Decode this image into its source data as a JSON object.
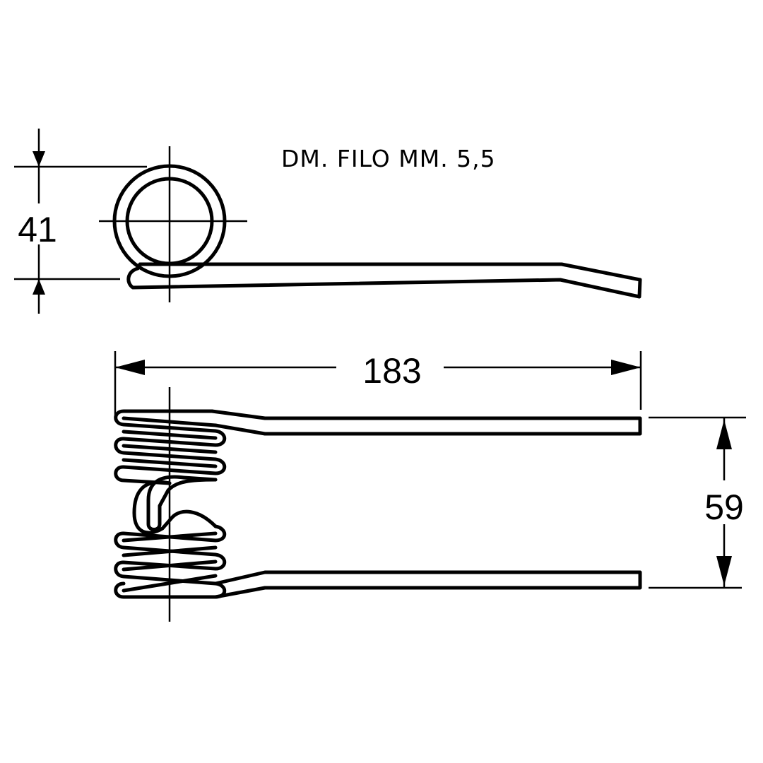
{
  "note": "DM. FILO MM. 5,5",
  "dimensions": {
    "coil_height": "41",
    "length": "183",
    "tine_spacing": "59"
  }
}
